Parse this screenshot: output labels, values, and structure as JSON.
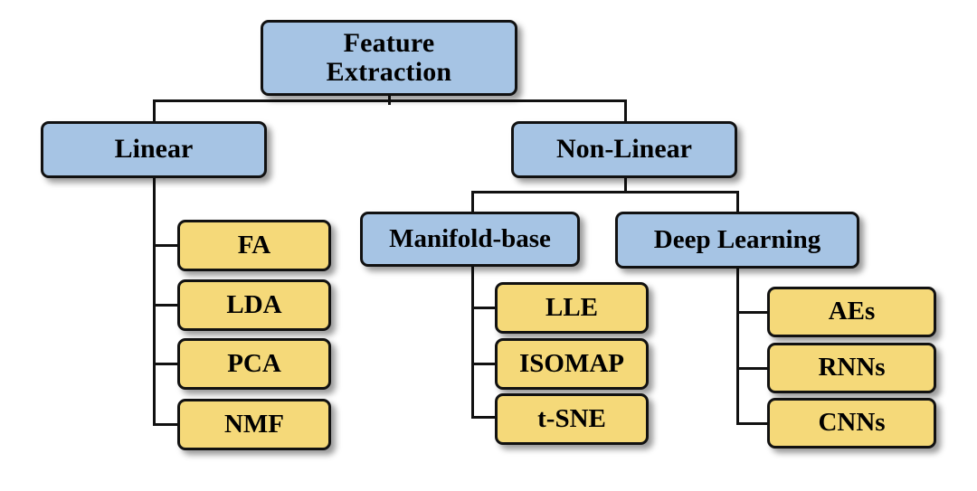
{
  "diagram": {
    "title": "Feature Extraction taxonomy tree",
    "colors": {
      "blue_node": "#a6c4e4",
      "yellow_node": "#f5d979",
      "outline": "#111111",
      "background": "#ffffff",
      "text": "#000000"
    },
    "root": {
      "label": "Feature\nExtraction",
      "level": 1,
      "color": "blue_node"
    },
    "branches": [
      {
        "label": "Linear",
        "level": 2,
        "color": "blue_node",
        "leaves": [
          {
            "label": "FA",
            "color": "yellow_node"
          },
          {
            "label": "LDA",
            "color": "yellow_node"
          },
          {
            "label": "PCA",
            "color": "yellow_node"
          },
          {
            "label": "NMF",
            "color": "yellow_node"
          }
        ]
      },
      {
        "label": "Non-Linear",
        "level": 2,
        "color": "blue_node",
        "children": [
          {
            "label": "Manifold-base",
            "level": 3,
            "color": "blue_node",
            "leaves": [
              {
                "label": "LLE",
                "color": "yellow_node"
              },
              {
                "label": "ISOMAP",
                "color": "yellow_node"
              },
              {
                "label": "t-SNE",
                "color": "yellow_node"
              }
            ]
          },
          {
            "label": "Deep Learning",
            "level": 3,
            "color": "blue_node",
            "leaves": [
              {
                "label": "AEs",
                "color": "yellow_node"
              },
              {
                "label": "RNNs",
                "color": "yellow_node"
              },
              {
                "label": "CNNs",
                "color": "yellow_node"
              }
            ]
          }
        ]
      }
    ]
  }
}
